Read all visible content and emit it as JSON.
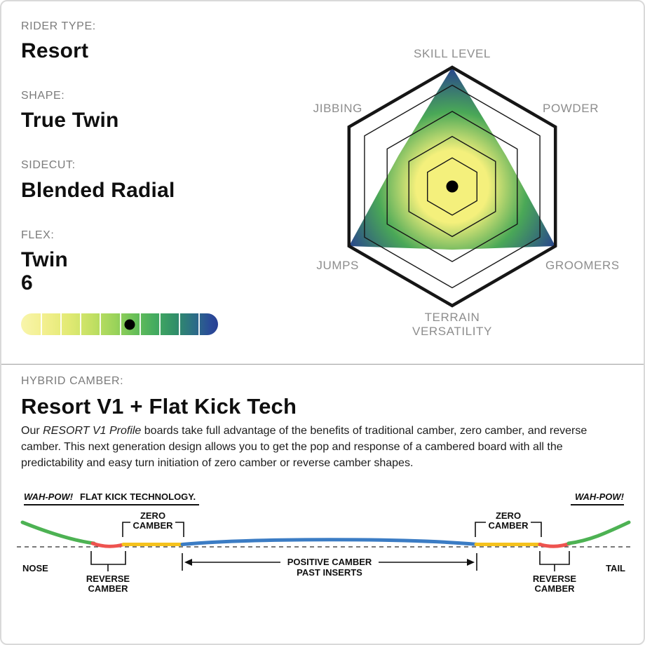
{
  "specs": {
    "rider_type_label": "RIDER TYPE:",
    "rider_type_value": "Resort",
    "shape_label": "SHAPE:",
    "shape_value": "True Twin",
    "sidecut_label": "SIDECUT:",
    "sidecut_value": "Blended Radial",
    "flex_label": "FLEX:",
    "flex_name": "Twin",
    "flex_rating": "6",
    "flex_scale_segments": 10,
    "flex_dot_position_pct": 55
  },
  "radar_labels": {
    "skill": "SKILL LEVEL",
    "jibbing": "JIBBING",
    "powder": "POWDER",
    "jumps": "JUMPS",
    "groomers": "GROOMERS",
    "terrain_line1": "TERRAIN",
    "terrain_line2": "VERSATILITY"
  },
  "chart_data": {
    "type": "radar",
    "categories": [
      "SKILL LEVEL",
      "POWDER",
      "GROOMERS",
      "TERRAIN VERSATILITY",
      "JUMPS",
      "JIBBING"
    ],
    "values": [
      1.0,
      0.52,
      1.0,
      0.53,
      1.0,
      0.52
    ],
    "value_scale": [
      0,
      1
    ],
    "rings": [
      0.24,
      0.42,
      0.63,
      0.85,
      1.0
    ],
    "colors": {
      "center": "#f4f07c",
      "mid": "#4aa857",
      "outer": "#27418f"
    },
    "flex_bar": {
      "value": 6,
      "max": 10,
      "dot_position_pct": 55
    }
  },
  "camber": {
    "label": "HYBRID CAMBER:",
    "title": "Resort V1 + Flat Kick Tech",
    "para_lead": "Our ",
    "para_italic": "RESORT V1 Profile",
    "para_rest": " boards take full advantage of the benefits of traditional camber, zero camber, and reverse camber. This next generation design allows you to get the pop and response of a cambered board with all the predictability and easy turn initiation of zero camber or reverse camber shapes.",
    "diagram": {
      "wah_pow_left": "WAH-POW!",
      "flat_kick_label": "FLAT KICK TECHNOLOGY.",
      "wah_pow_right": "WAH-POW!",
      "zero_line1": "ZERO",
      "zero_line2": "CAMBER",
      "reverse_line1": "REVERSE",
      "reverse_line2": "CAMBER",
      "positive_line1": "POSITIVE CAMBER",
      "positive_line2": "PAST INSERTS",
      "nose_label": "NOSE",
      "tail_label": "TAIL",
      "colors": {
        "nose_tail_kick": "#4db253",
        "reverse_camber": "#ee534f",
        "zero_camber": "#f5c21d",
        "positive_camber": "#3b7cc4"
      }
    }
  }
}
